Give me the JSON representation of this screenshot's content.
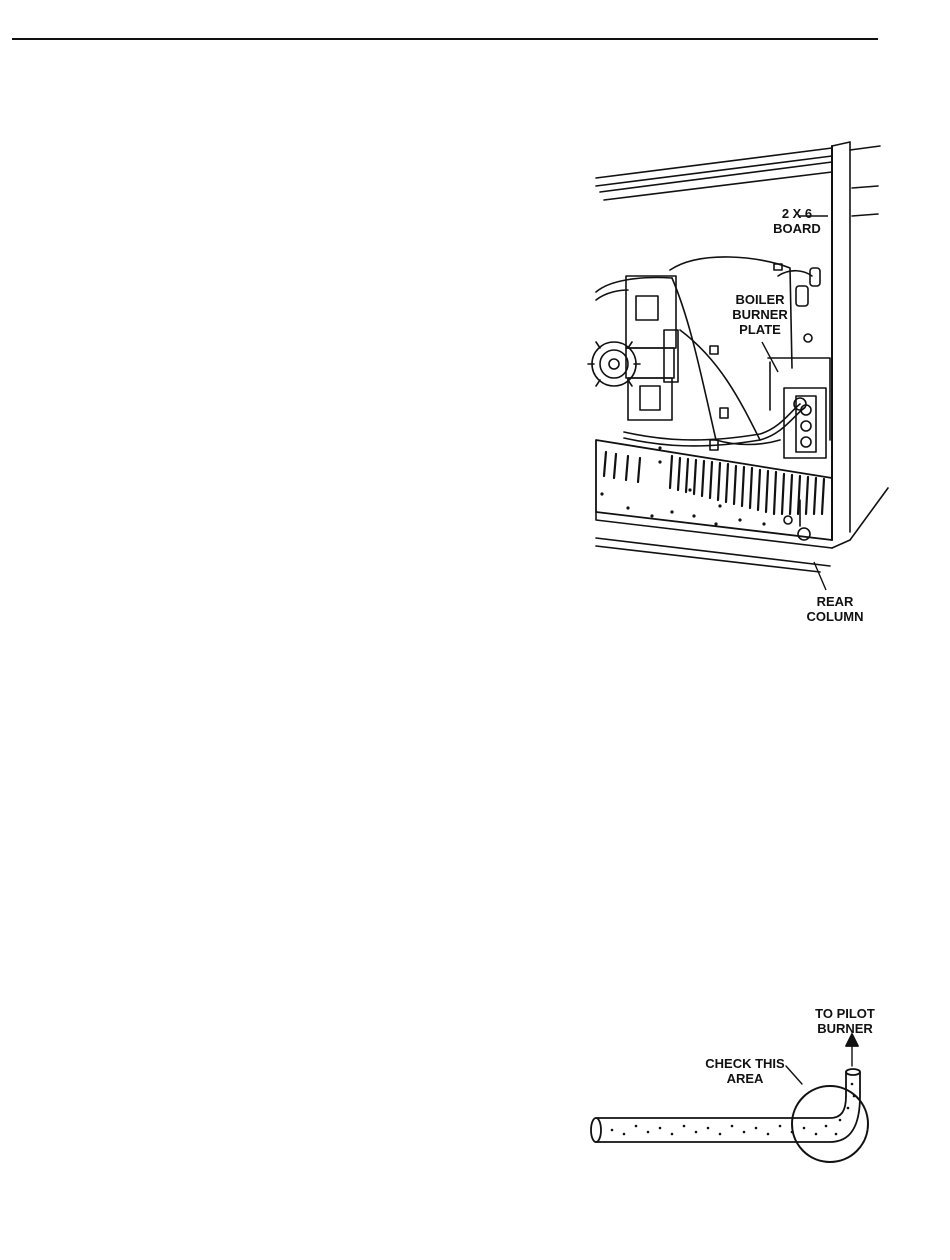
{
  "figure_burner_plate": {
    "label_board": [
      "2 X 6",
      "BOARD"
    ],
    "label_plate": [
      "BOILER",
      "BURNER",
      "PLATE"
    ],
    "label_column": [
      "REAR",
      "COLUMN"
    ]
  },
  "figure_pilot": {
    "label_pilot": [
      "TO PILOT",
      "BURNER"
    ],
    "label_check": [
      "CHECK THIS",
      "AREA"
    ]
  }
}
